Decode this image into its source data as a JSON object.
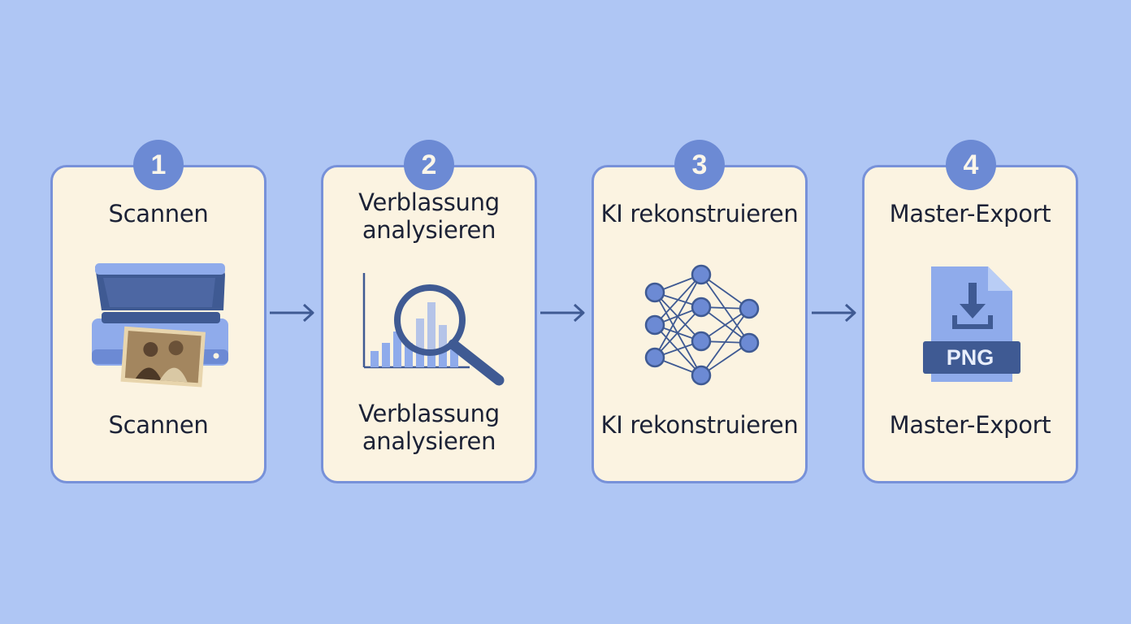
{
  "steps": [
    {
      "number": "1",
      "title_top": "Scannen",
      "title_bottom": "Scannen",
      "icon": "scanner-icon"
    },
    {
      "number": "2",
      "title_top_line1": "Verblassung",
      "title_top_line2": "analysieren",
      "title_bottom_line1": "Verblassung",
      "title_bottom_line2": "analysieren",
      "icon": "magnifier-histogram-icon"
    },
    {
      "number": "3",
      "title_top": "KI rekonstruieren",
      "title_bottom": "KI rekonstruieren",
      "icon": "neural-network-icon"
    },
    {
      "number": "4",
      "title_top": "Master-Export",
      "title_bottom": "Master-Export",
      "icon": "png-file-download-icon",
      "file_badge": "PNG"
    }
  ],
  "colors": {
    "background": "#afc6f4",
    "card": "#fbf3e1",
    "border": "#7791d9",
    "badge": "#6c8ad4",
    "icon_dark": "#3f5a93",
    "icon_light": "#8fabeb",
    "text": "#1c2236"
  }
}
